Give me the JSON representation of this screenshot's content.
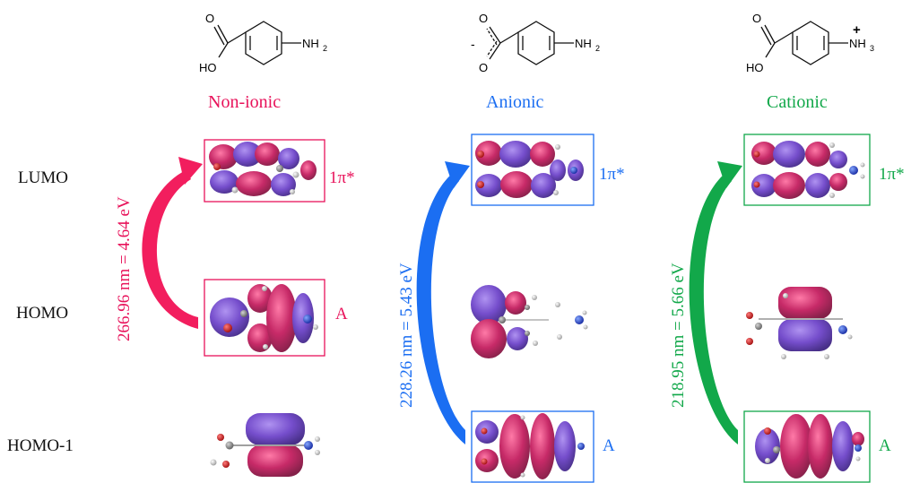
{
  "colors": {
    "nonionic": "#e8125a",
    "anionic": "#1b6ef2",
    "cationic": "#12a84a",
    "lobe_red": "#c2185b",
    "lobe_purple": "#6a3fc8"
  },
  "row_labels": [
    "LUMO",
    "HOMO",
    "HOMO-1"
  ],
  "columns": [
    {
      "title": "Non-ionic",
      "color": "#e8125a",
      "transition": "266.96 nm = 4.64 eV",
      "lumo_symmetry": "1π*",
      "homo_symmetry": "A",
      "homo1_symmetry": ""
    },
    {
      "title": "Anionic",
      "color": "#1b6ef2",
      "transition": "228.26 nm = 5.43 eV",
      "lumo_symmetry": "1π*",
      "homo_symmetry": "",
      "homo1_symmetry": "A"
    },
    {
      "title": "Cationic",
      "color": "#12a84a",
      "transition": "218.95 nm = 5.66 eV",
      "lumo_symmetry": "1π*",
      "homo_symmetry": "",
      "homo1_symmetry": "A"
    }
  ],
  "structures": {
    "nonionic": {
      "o": "O",
      "ho": "HO",
      "amine": "NH",
      "sub": "2"
    },
    "anionic": {
      "o_top": "O",
      "o_bottom": "O",
      "minus": "-",
      "amine": "NH",
      "sub": "2"
    },
    "cationic": {
      "o": "O",
      "ho": "HO",
      "amine": "NH",
      "sub": "3",
      "plus": "+"
    }
  }
}
